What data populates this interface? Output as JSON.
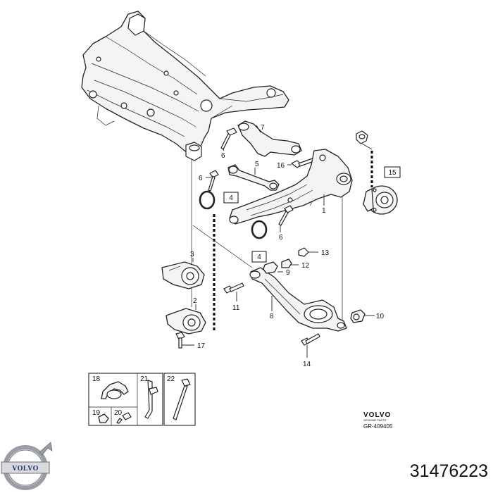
{
  "callouts": {
    "c1": "1",
    "c2": "2",
    "c3": "3",
    "c4a": "4",
    "c4b": "4",
    "c5": "5",
    "c6a": "6",
    "c6b": "6",
    "c6c": "6",
    "c7": "7",
    "c8": "8",
    "c9": "9",
    "c10": "10",
    "c11": "11",
    "c12": "12",
    "c13": "13",
    "c14": "14",
    "c15": "15",
    "c16": "16",
    "c17": "17",
    "c18": "18",
    "c19": "19",
    "c20": "20",
    "c21": "21",
    "c22": "22"
  },
  "brand": {
    "name": "VOLVO",
    "subtitle": "GENUINE PARTS",
    "reference": "GR-409405"
  },
  "logo": {
    "text": "VOLVO"
  },
  "part_number": "31476223",
  "colors": {
    "line": "#222222",
    "logo_blue": "#1b2f6b",
    "logo_silver": "#9a9da3"
  }
}
